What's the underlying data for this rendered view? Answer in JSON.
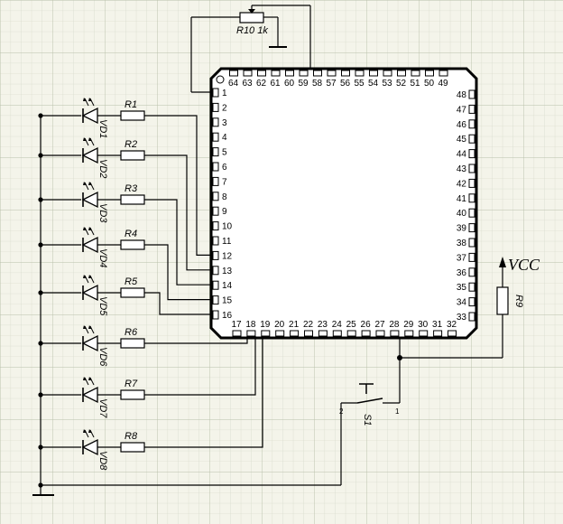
{
  "chip": {
    "pins_left": [
      "1",
      "2",
      "3",
      "4",
      "5",
      "6",
      "7",
      "8",
      "9",
      "10",
      "11",
      "12",
      "13",
      "14",
      "15",
      "16"
    ],
    "pins_bottom": [
      "17",
      "18",
      "19",
      "20",
      "21",
      "22",
      "23",
      "24",
      "25",
      "26",
      "27",
      "28",
      "29",
      "30",
      "31",
      "32"
    ],
    "pins_right": [
      "33",
      "34",
      "35",
      "36",
      "37",
      "38",
      "39",
      "40",
      "41",
      "42",
      "43",
      "44",
      "45",
      "46",
      "47",
      "48"
    ],
    "pins_top": [
      "49",
      "50",
      "51",
      "52",
      "53",
      "54",
      "55",
      "56",
      "57",
      "58",
      "59",
      "60",
      "61",
      "62",
      "63",
      "64"
    ]
  },
  "resistors": [
    "R1",
    "R2",
    "R3",
    "R4",
    "R5",
    "R6",
    "R7",
    "R8"
  ],
  "leds": [
    "VD1",
    "VD2",
    "VD3",
    "VD4",
    "VD5",
    "VD6",
    "VD7",
    "VD8"
  ],
  "pot_label": "R10 1k",
  "pullup_label": "R9",
  "vcc_label": "VCC",
  "switch": {
    "label": "S1",
    "pin1": "1",
    "pin2": "2"
  }
}
